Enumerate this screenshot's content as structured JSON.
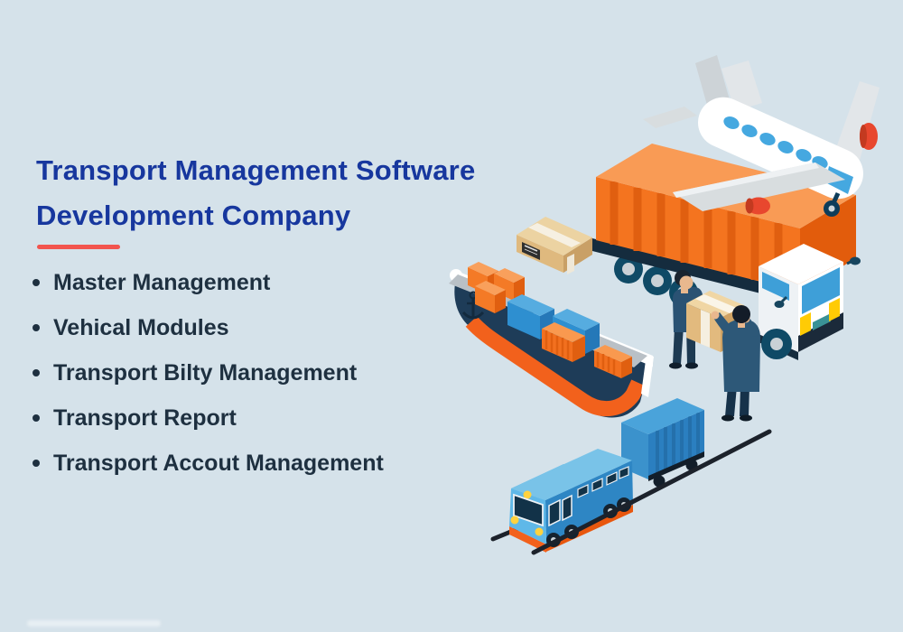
{
  "page": {
    "title_line1": "Transport Management Software",
    "title_line2": "Development Company",
    "background_color": "#d5e2ea",
    "title_color": "#17379e",
    "accent_underline_color": "#f2544e",
    "text_color": "#1e3040"
  },
  "features": {
    "items": [
      "Master Management",
      "Vehical Modules",
      "Transport Bilty Management",
      "Transport Report",
      "Transport Accout Management"
    ]
  },
  "illustration": {
    "elements": [
      "airplane-icon",
      "cargo-truck-icon",
      "parcel-box-icon",
      "container-ship-icon",
      "workers-loading-icon",
      "freight-train-icon",
      "rail-track"
    ],
    "palette": {
      "orange": "#f4741f",
      "dark_orange": "#e05f10",
      "light_orange": "#f99b55",
      "container_blue": "#2e8fd0",
      "train_blue": "#2e86c4",
      "sky_blue": "#6cc0ea",
      "window_blue": "#3e9fd8",
      "navy": "#1e3c58",
      "dark_navy": "#152c3e",
      "white": "#ffffff",
      "wing_gray": "#d8dddf",
      "deck_gray": "#b9c0c6",
      "cardboard": "#e2ba7e",
      "engine_red": "#e8472e",
      "headlight_yellow": "#ffcb05",
      "rail_black": "#1c222b",
      "skin": "#e9b88e"
    }
  }
}
